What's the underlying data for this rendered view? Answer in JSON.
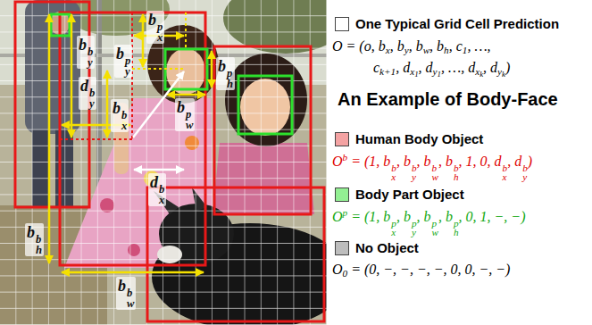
{
  "diagram": {
    "title": "An Example of Body-Face",
    "labels": [
      "b",
      "p",
      "x",
      "b",
      "p",
      "y",
      "b",
      "p",
      "h",
      "b",
      "p",
      "w",
      "d",
      "b",
      "y",
      "b",
      "b",
      "x",
      "b",
      "b",
      "y",
      "d",
      "b",
      "x",
      "b",
      "b",
      "h",
      "b",
      "b",
      "w",
      "O = (o, b",
      "x",
      ", b",
      "y",
      ", b",
      "w",
      ", b",
      "h",
      ", c",
      "1",
      ", …,",
      "c",
      "k+1",
      ", d",
      "x",
      "1",
      ", d",
      "y",
      "1",
      ", …, d",
      "x",
      "k",
      ", d",
      "y",
      "k",
      ")",
      "O",
      "b",
      " = (1, b",
      "b",
      "x",
      ", b",
      "b",
      "y",
      ", b",
      "b",
      "w",
      ", b",
      "b",
      "h",
      ", 1, 0, d",
      "b",
      "x",
      ", d",
      "b",
      "y",
      ")",
      "O",
      "p",
      " = (1, b",
      "p",
      "x",
      ", b",
      "p",
      "y",
      ", b",
      "p",
      "w",
      ", b",
      "p",
      "h",
      ", 0, 1, −, −)",
      "O",
      "0",
      " = (0, −, −, −, −, 0, 0, −, −)"
    ],
    "legend": [
      {
        "text": "One Typical Grid Cell Prediction",
        "color": "#ffffff"
      },
      {
        "text": "Human Body Object",
        "color": "#f4a3a3"
      },
      {
        "text": "Body Part Object",
        "color": "#93f093"
      },
      {
        "text": "No Object",
        "color": "#bdbdbd"
      }
    ]
  }
}
